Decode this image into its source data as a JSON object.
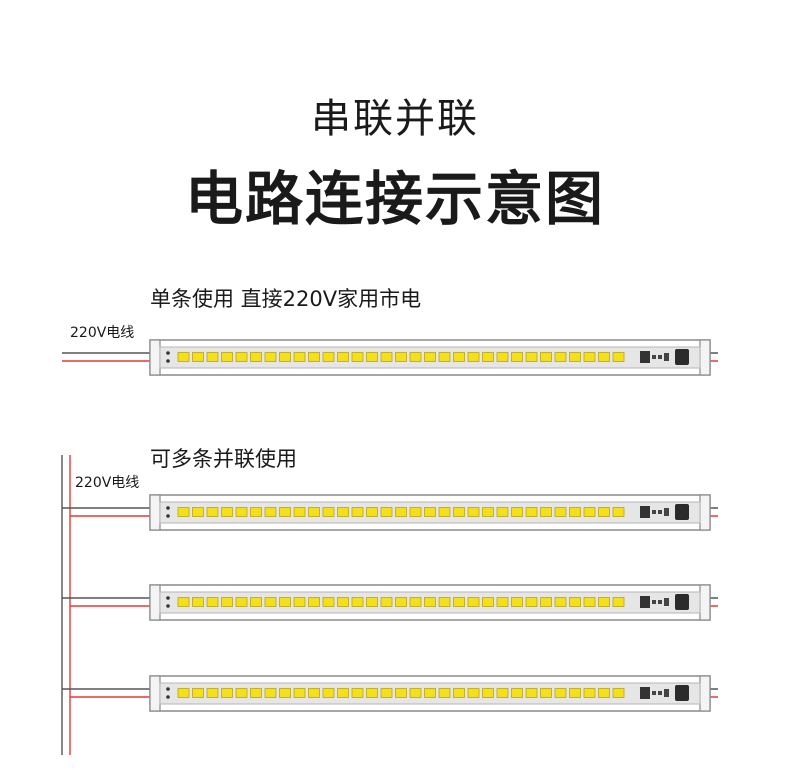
{
  "title": {
    "subtitle": "串联并联",
    "main": "电路连接示意图"
  },
  "single_section": {
    "label": "单条使用 直接220V家用市电",
    "wire_label": "220V电线",
    "strip_count": 1
  },
  "parallel_section": {
    "label": "可多条并联使用",
    "wire_label": "220V电线",
    "strip_count": 3
  },
  "colors": {
    "wire_red": "#e53935",
    "wire_gray": "#555555",
    "led_yellow": "#f3df1b",
    "frame": "#8a8a8a",
    "board": "#e6e6e6"
  },
  "strip": {
    "led_count": 31
  }
}
